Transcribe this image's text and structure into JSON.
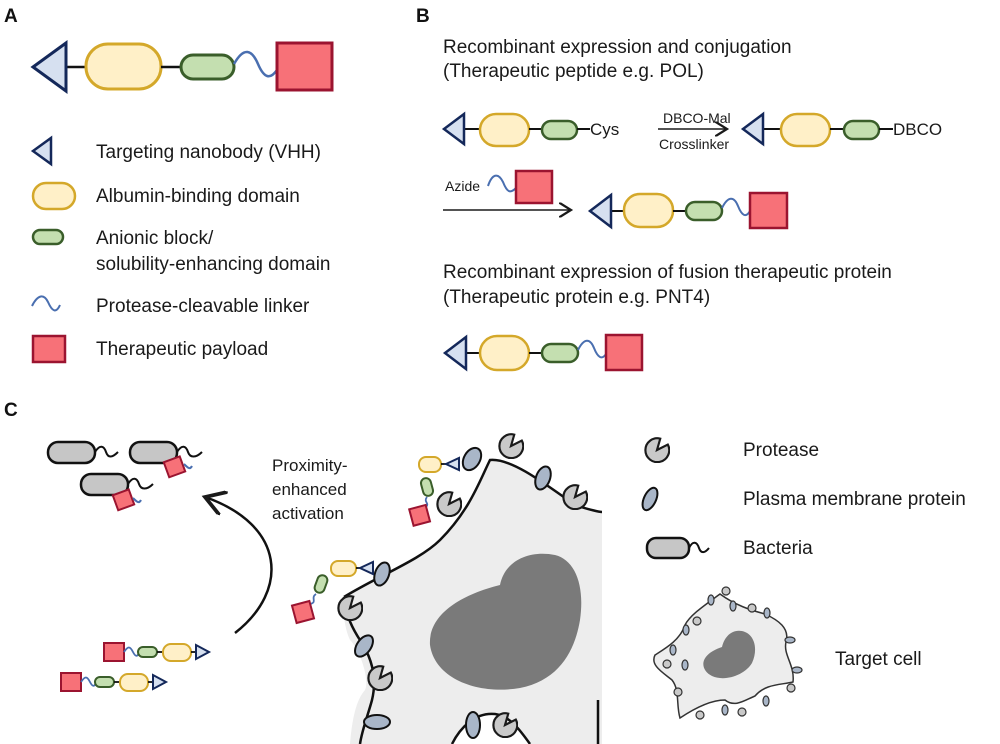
{
  "panels": {
    "a": {
      "label": "A"
    },
    "b": {
      "label": "B"
    },
    "c": {
      "label": "C"
    }
  },
  "colors": {
    "nanobody_fill": "#d6e0f0",
    "nanobody_stroke": "#14285a",
    "albumin_fill": "#fff0c8",
    "albumin_stroke": "#d4a82a",
    "anionic_fill": "#c4dfb0",
    "anionic_stroke": "#3a5e2a",
    "linker": "#4a6fb0",
    "payload_fill": "#f77178",
    "payload_stroke": "#9b1430",
    "protease_fill": "#c9c9c9",
    "membrane_protein_fill": "#a9b6c8",
    "cell_fill": "#ededed",
    "nucleus_fill": "#7a7a7a",
    "bacteria_fill": "#c6c6c6"
  },
  "legend_a": [
    {
      "icon": "nanobody-triangle-icon",
      "text": "Targeting nanobody (VHH)"
    },
    {
      "icon": "albumin-domain-icon",
      "text": "Albumin-binding domain"
    },
    {
      "icon": "anionic-block-icon",
      "text": "Anionic block/",
      "text2": "solubility-enhancing domain"
    },
    {
      "icon": "linker-wave-icon",
      "text": "Protease-cleavable linker"
    },
    {
      "icon": "payload-square-icon",
      "text": "Therapeutic payload"
    }
  ],
  "panel_b": {
    "section1": {
      "title": "Recombinant expression and conjugation",
      "subtitle": "(Therapeutic peptide e.g. POL)",
      "cys_label": "Cys",
      "arrow_top": "DBCO-Mal",
      "arrow_bottom": "Crosslinker",
      "dbco_label": "DBCO",
      "azide_label": "Azide"
    },
    "section2": {
      "title": "Recombinant expression of fusion therapeutic protein",
      "subtitle": "(Therapeutic protein e.g. PNT4)"
    }
  },
  "panel_c": {
    "activation_label": [
      "Proximity-",
      "enhanced",
      "activation"
    ],
    "legend": [
      {
        "icon": "protease-icon",
        "text": "Protease"
      },
      {
        "icon": "membrane-protein-icon",
        "text": "Plasma membrane protein"
      },
      {
        "icon": "bacteria-icon",
        "text": "Bacteria"
      },
      {
        "icon": "target-cell-icon",
        "text": "Target cell"
      }
    ]
  }
}
